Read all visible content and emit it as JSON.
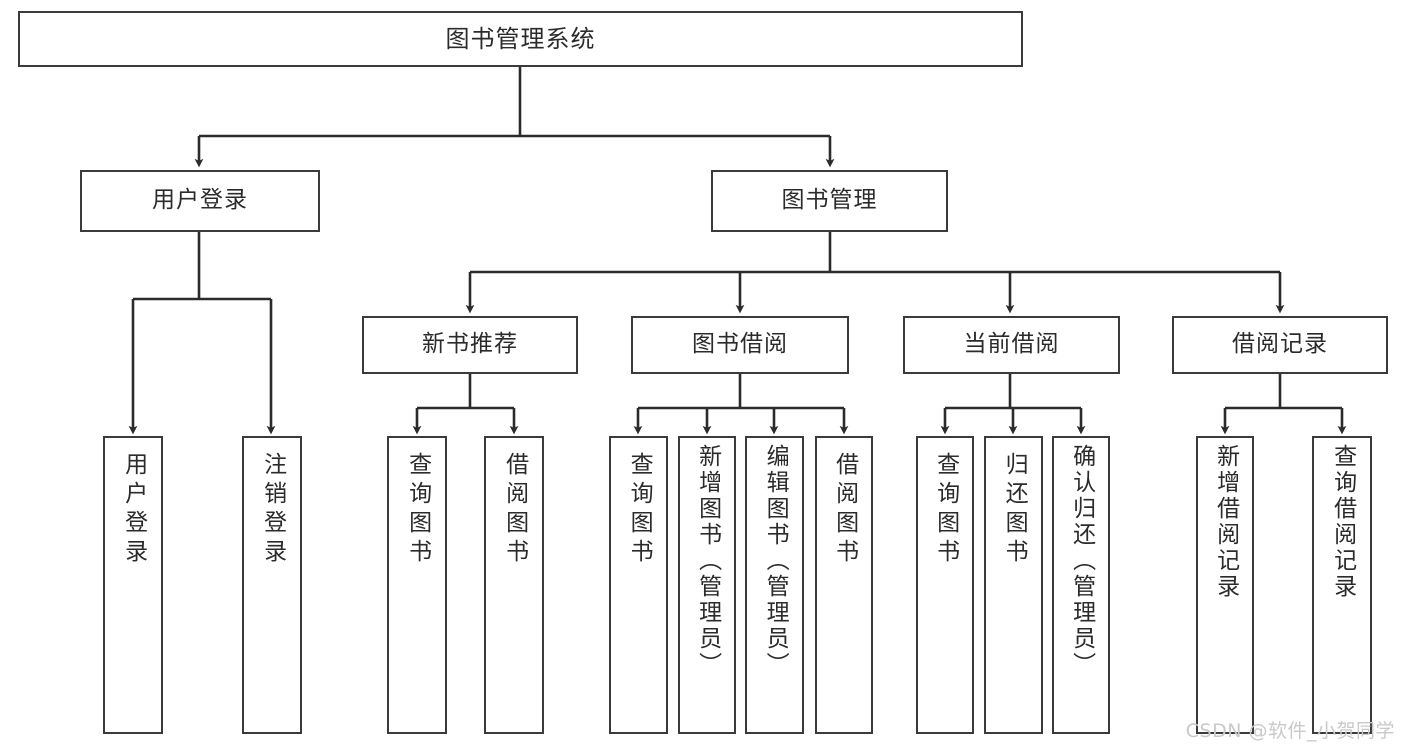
{
  "diagram": {
    "type": "tree-hierarchy-flowchart",
    "title": "图书管理系统",
    "watermark": "CSDN @软件_小贺同学",
    "colors": {
      "box_border": "#3b3b3b",
      "box_fill": "#ffffff",
      "connector": "#2b2b2b",
      "text": "#2b2b2b",
      "watermark": "#c9c9c9",
      "background": "#ffffff"
    },
    "levels": {
      "root": "图书管理系统",
      "level2": [
        "用户登录",
        "图书管理"
      ],
      "level3": [
        "新书推荐",
        "图书借阅",
        "当前借阅",
        "借阅记录"
      ],
      "level4_groups": [
        {
          "parent": "用户登录",
          "children": [
            "用户登录",
            "注销登录"
          ]
        },
        {
          "parent": "新书推荐",
          "children": [
            "查询图书",
            "借阅图书"
          ]
        },
        {
          "parent": "图书借阅",
          "children": [
            "查询图书",
            "新增图书（管理员）",
            "编辑图书（管理员）",
            "借阅图书"
          ]
        },
        {
          "parent": "当前借阅",
          "children": [
            "查询图书",
            "归还图书",
            "确认归还（管理员）"
          ]
        },
        {
          "parent": "借阅记录",
          "children": [
            "新增借阅记录",
            "查询借阅记录"
          ]
        }
      ]
    },
    "nodes": {
      "root": {
        "label": "图书管理系统"
      },
      "user_login": {
        "label": "用户登录"
      },
      "book_manage": {
        "label": "图书管理"
      },
      "new_book_rec": {
        "label": "新书推荐"
      },
      "book_borrow": {
        "label": "图书借阅"
      },
      "current_borrow": {
        "label": "当前借阅"
      },
      "borrow_record": {
        "label": "借阅记录"
      },
      "leaf_user_login": {
        "label": "用户登录"
      },
      "leaf_logout": {
        "label": "注销登录"
      },
      "leaf_query_book_a": {
        "label": "查询图书"
      },
      "leaf_borrow_book_a": {
        "label": "借阅图书"
      },
      "leaf_query_book_b": {
        "label": "查询图书"
      },
      "leaf_add_book": {
        "label": "新增图书（管理员）"
      },
      "leaf_edit_book": {
        "label": "编辑图书（管理员）"
      },
      "leaf_borrow_book_b": {
        "label": "借阅图书"
      },
      "leaf_query_book_c": {
        "label": "查询图书"
      },
      "leaf_return_book": {
        "label": "归还图书"
      },
      "leaf_confirm_return": {
        "label": "确认归还（管理员）"
      },
      "leaf_add_record": {
        "label": "新增借阅记录"
      },
      "leaf_query_record": {
        "label": "查询借阅记录"
      }
    }
  }
}
